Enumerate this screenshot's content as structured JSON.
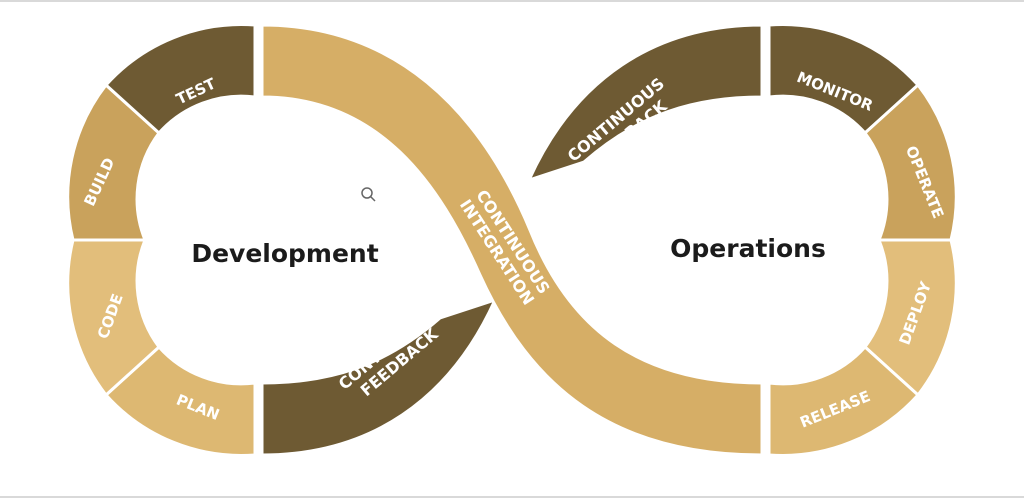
{
  "diagram": {
    "left_loop_title": "Development",
    "right_loop_title": "Operations",
    "stages": {
      "plan": "PLAN",
      "code": "CODE",
      "build": "BUILD",
      "test": "TEST",
      "monitor": "MONITOR",
      "operate": "OPERATE",
      "deploy": "DEPLOY",
      "release": "RELEASE"
    },
    "integration_band": {
      "line1": "CONTINUOUS",
      "line2": "INTEGRATION"
    },
    "feedback_top": {
      "line1": "CONTINUOUS",
      "line2": "FEEDBACK"
    },
    "feedback_bottom": {
      "line1": "CONTINUOUS",
      "line2": "FEEDBACK"
    }
  },
  "colors": {
    "light_gold": "#DDB872",
    "mid_gold": "#C9A25C",
    "dark_brown": "#6E5A33",
    "band_gold": "#D6AE66",
    "divider": "#FFFFFF"
  }
}
